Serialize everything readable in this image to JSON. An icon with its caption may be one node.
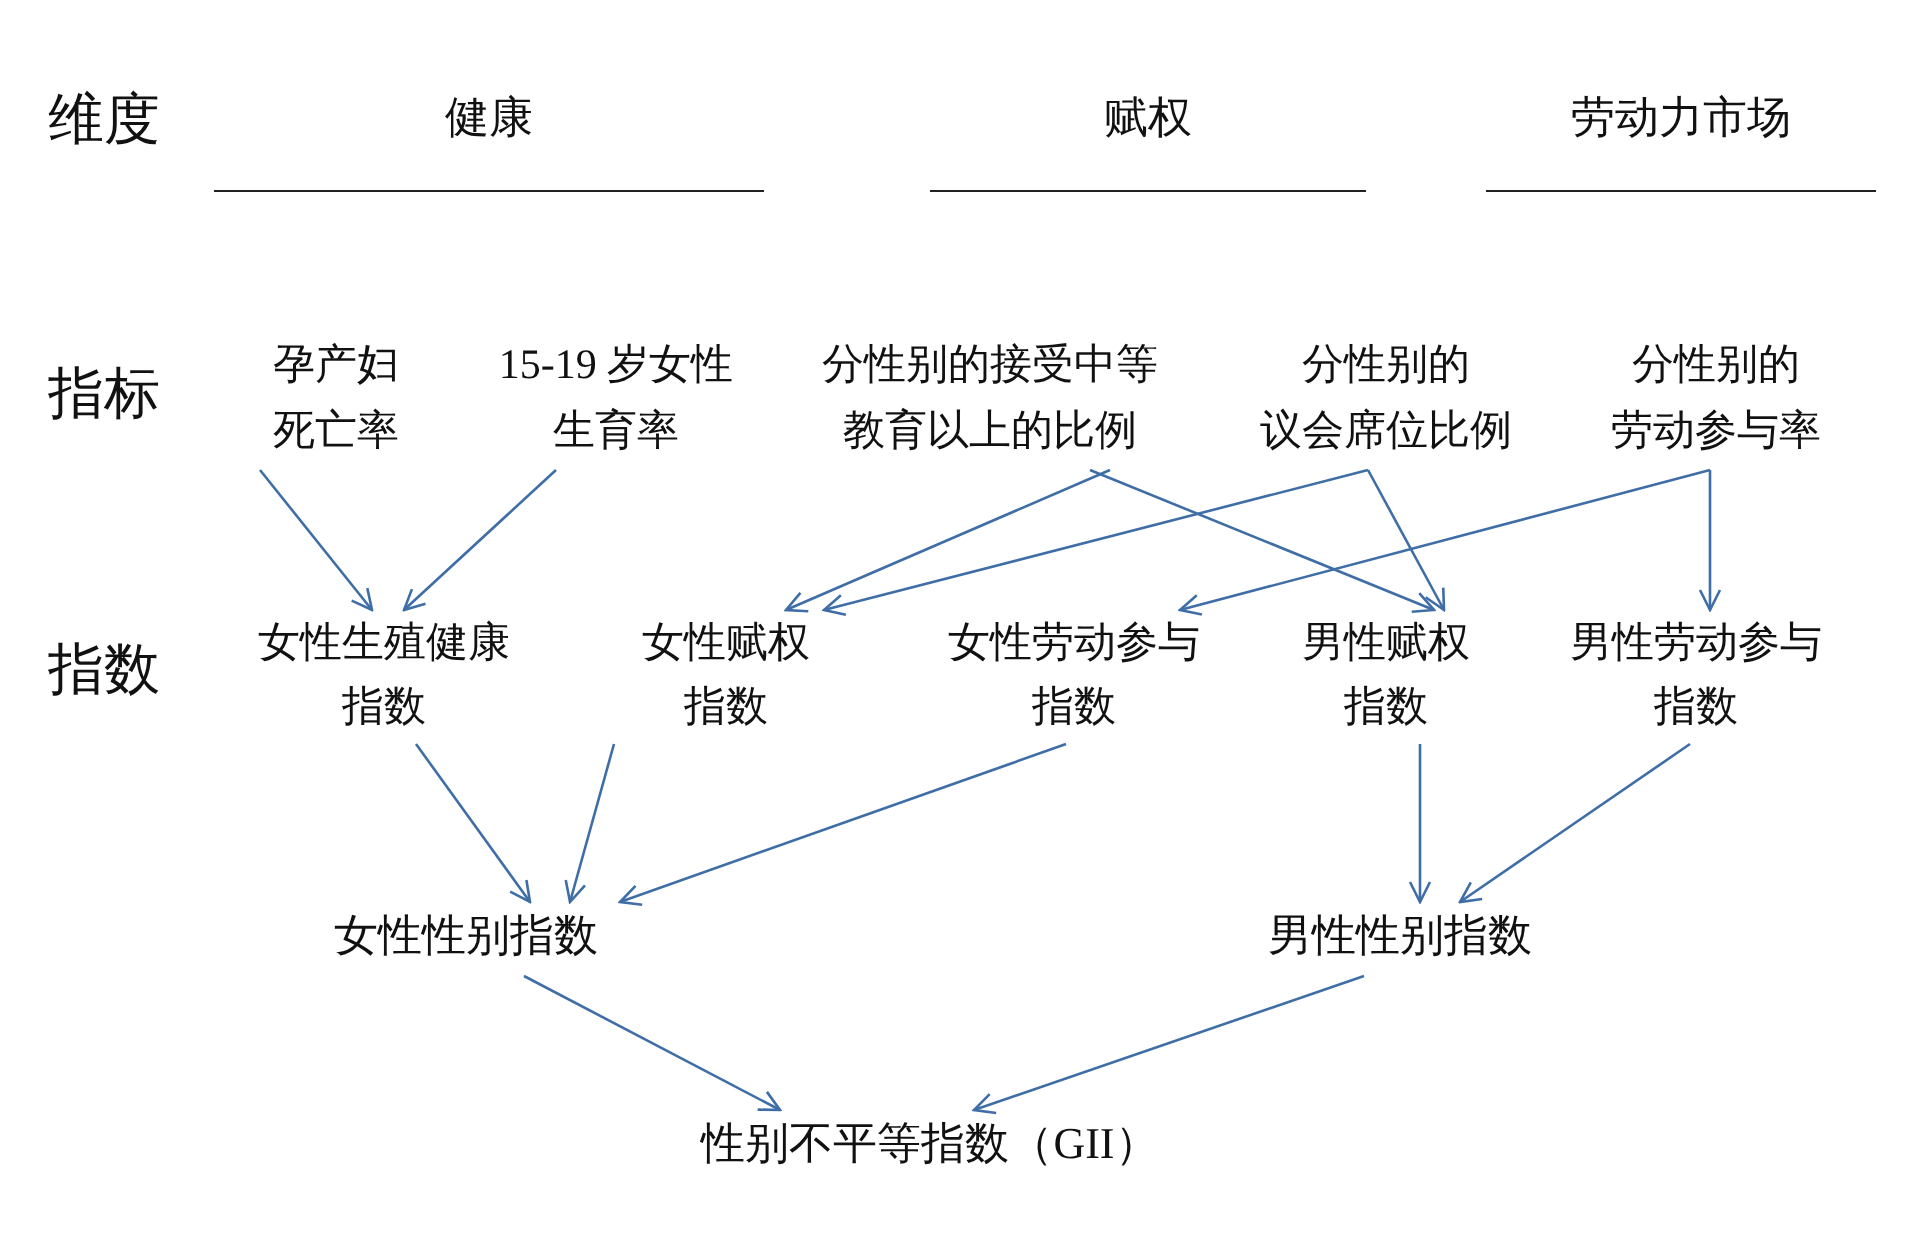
{
  "diagram": {
    "nodes": [
      {
        "text": [
          "孕产妇死亡率"
        ]
      },
      {
        "text": [
          "15-19 岁女性生育率"
        ]
      },
      {
        "text": [
          "分性别的接受中等教育以上的比例"
        ]
      },
      {
        "text": [
          "分性别的议会席位比例"
        ]
      },
      {
        "text": [
          "分性别的劳动参与率"
        ]
      },
      {
        "text": [
          "女性生殖健康指数"
        ]
      },
      {
        "text": [
          "女性赋权指数"
        ]
      },
      {
        "text": [
          "女性劳动参与指数"
        ]
      },
      {
        "text": [
          "男性赋权指数"
        ]
      },
      {
        "text": [
          "男性劳动参与指数"
        ]
      },
      {
        "text": [
          "女性性别指数"
        ]
      },
      {
        "text": [
          "男性性别指数"
        ]
      },
      {
        "text": [
          "性别不平等指数（GII）"
        ]
      }
    ],
    "edges": [
      {
        "from": 0,
        "to": 5,
        "arrow": "to"
      },
      {
        "from": 1,
        "to": 5,
        "arrow": "to"
      },
      {
        "from": 2,
        "to": 6,
        "arrow": "to"
      },
      {
        "from": 2,
        "to": 8,
        "arrow": "to"
      },
      {
        "from": 3,
        "to": 6,
        "arrow": "to"
      },
      {
        "from": 3,
        "to": 8,
        "arrow": "to"
      },
      {
        "from": 4,
        "to": 7,
        "arrow": "to"
      },
      {
        "from": 4,
        "to": 9,
        "arrow": "to"
      },
      {
        "from": 5,
        "to": 10,
        "arrow": "to"
      },
      {
        "from": 6,
        "to": 10,
        "arrow": "to"
      },
      {
        "from": 7,
        "to": 10,
        "arrow": "to"
      },
      {
        "from": 8,
        "to": 11,
        "arrow": "to"
      },
      {
        "from": 9,
        "to": 11,
        "arrow": "to"
      },
      {
        "from": 10,
        "to": 12,
        "arrow": "to"
      },
      {
        "from": 11,
        "to": 12,
        "arrow": "to"
      }
    ],
    "labels": [
      "维度",
      "健康",
      "赋权",
      "劳动力市场",
      "指标",
      "指数"
    ]
  }
}
